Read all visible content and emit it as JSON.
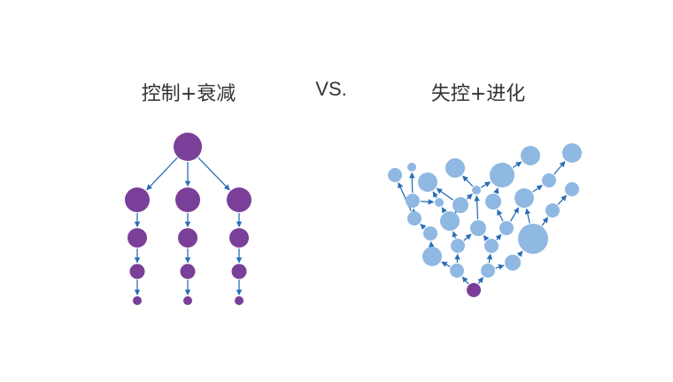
{
  "titles": {
    "left": "控制+衰减",
    "middle": "VS.",
    "right": "失控+进化"
  },
  "colors": {
    "left_node": "#7a3f98",
    "left_edge": "#2a6db8",
    "right_node": "#8fb8e2",
    "right_edge": "#2a6db8",
    "right_root": "#7a3f98",
    "title_text": "#333333"
  }
}
